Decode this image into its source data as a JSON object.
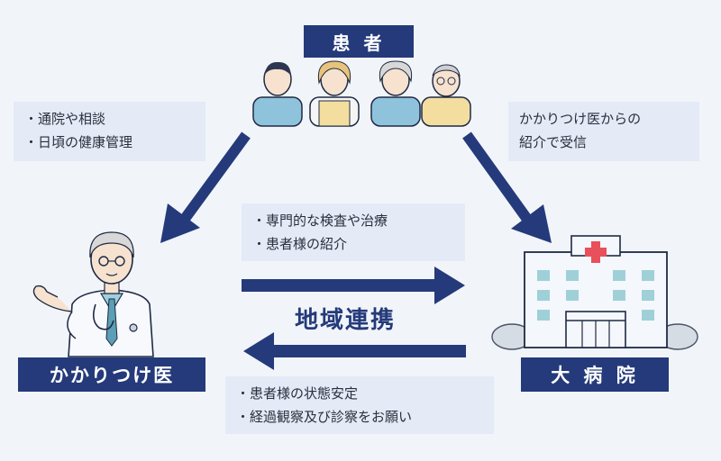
{
  "labels": {
    "patient": "患 者",
    "gp": "かかりつけ医",
    "hospital": "大 病 院"
  },
  "notes": {
    "patient_to_gp": [
      "・通院や相談",
      "・日頃の健康管理"
    ],
    "patient_to_hospital": [
      "かかりつけ医からの",
      "紹介で受信"
    ],
    "gp_to_hospital": [
      "・専門的な検査や治療",
      "・患者様の紹介"
    ],
    "hospital_to_gp": [
      "・患者様の状態安定",
      "・経過観察及び診察をお願い"
    ]
  },
  "center_title": "地域連携",
  "colors": {
    "navy": "#253a7a",
    "note_bg": "#e4eaf6",
    "background": "#f1f5fa",
    "hospital_cross": "#e8505b"
  }
}
